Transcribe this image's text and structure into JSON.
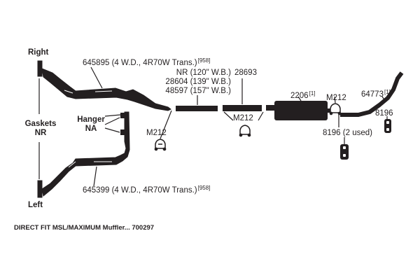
{
  "side_right": "Right",
  "side_left": "Left",
  "gaskets": {
    "line1": "Gaskets",
    "line2": "NR"
  },
  "hanger": {
    "line1": "Hanger",
    "line2": "NA"
  },
  "right_pipe": {
    "part": "645895 (4 W.D., 4R70W Trans.)",
    "note": "[958]"
  },
  "left_pipe": {
    "part": "645399 (4 W.D., 4R70W Trans.)",
    "note": "[958]"
  },
  "m212_left": "M212",
  "m212_mid": "M212",
  "m212_right": "M212",
  "intermediate": {
    "line1": "NR (120\" W.B.)",
    "line2": "28604 (139\" W.B.)",
    "line3": "48597 (157\" W.B.)"
  },
  "pipe_28693": "28693",
  "muffler": {
    "part": "2206",
    "note": "[1]"
  },
  "tailpipe": {
    "part": "64773",
    "note": "[1]"
  },
  "hanger_8196": "8196",
  "hanger_8196_used": "8196 (2 used)",
  "footer": "DIRECT FIT MSL/MAXIMUM Muffler... 700297",
  "colors": {
    "ink": "#231f20",
    "background": "#ffffff"
  }
}
